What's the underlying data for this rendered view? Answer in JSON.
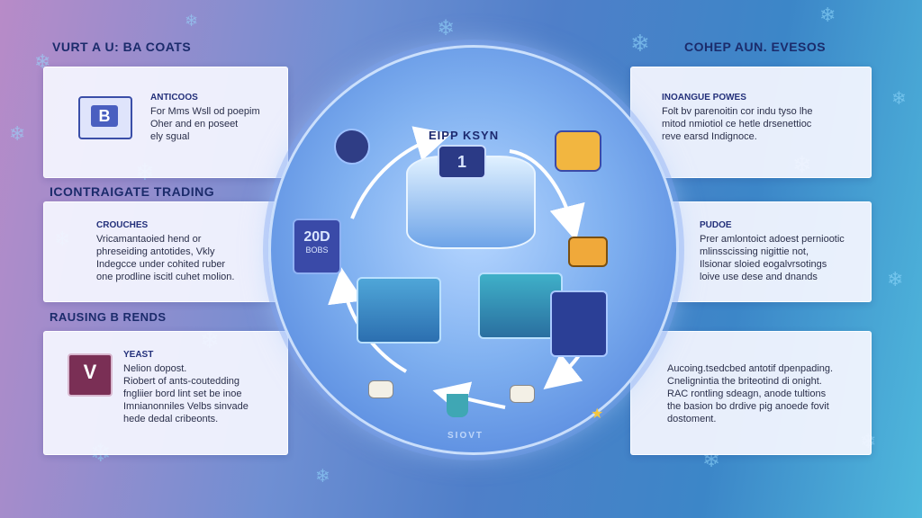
{
  "sections": {
    "top_left": "VURT A U: BA COATS",
    "mid_left": "ICONTRAIGATE TRADING",
    "bottom_left": "RAUSING B RENDS",
    "top_right": "COHEP AUN. EVESOS"
  },
  "panels": {
    "left_top": {
      "title": "ANTICOOS",
      "lines": [
        "For Mms Wsll od poepim",
        "Oher and en poseet",
        "ely sgual"
      ]
    },
    "left_mid": {
      "title": "CROUCHES",
      "lines": [
        "Vricamantaoied hend or",
        "phreseiding antotides, Vkly",
        "Indegcce under cohited ruber",
        "one prodline iscitl cuhet molion."
      ]
    },
    "left_bottom": {
      "title": "YEAST",
      "lines": [
        "Nelion dopost.",
        "Riobert of ants-coutedding",
        "fngliier bord lint set be inoe",
        "Imnianonniles Velbs sinvade",
        "hede dedal cribeonts."
      ]
    },
    "right_top": {
      "title": "INOANGUE POWES",
      "lines": [
        "Folt bv parenoitin cor indu tyso lhe",
        "mitod nmiotiol ce hetle drsenettioc",
        "reve earsd Indignoce."
      ]
    },
    "right_mid": {
      "title": "PUDOE",
      "lines": [
        "Prer amlontoict adoest perniootic",
        "mlinsscissing nigittie not,",
        "Ilsionar sloied eogalvrsotings",
        "loive use dese and dnands"
      ]
    },
    "right_bottom": {
      "title": "",
      "lines": [
        "Aucoing.tsedcbed antotif dpenpading.",
        "Cnelignintia the briteotind di onight.",
        "RAC rontling sdeagn, anode tultions",
        "the basion bo drdive pig anoede fovit",
        "dostoment."
      ]
    }
  },
  "center": {
    "title": "EIPP KSYN",
    "tile_text": "20D",
    "tile_sub": "BOBS",
    "ring_text": "SIOVT"
  },
  "colors": {
    "accent": "#23307a",
    "panel_bg": "#f5f6ff",
    "circle_edge": "#dcebff"
  }
}
